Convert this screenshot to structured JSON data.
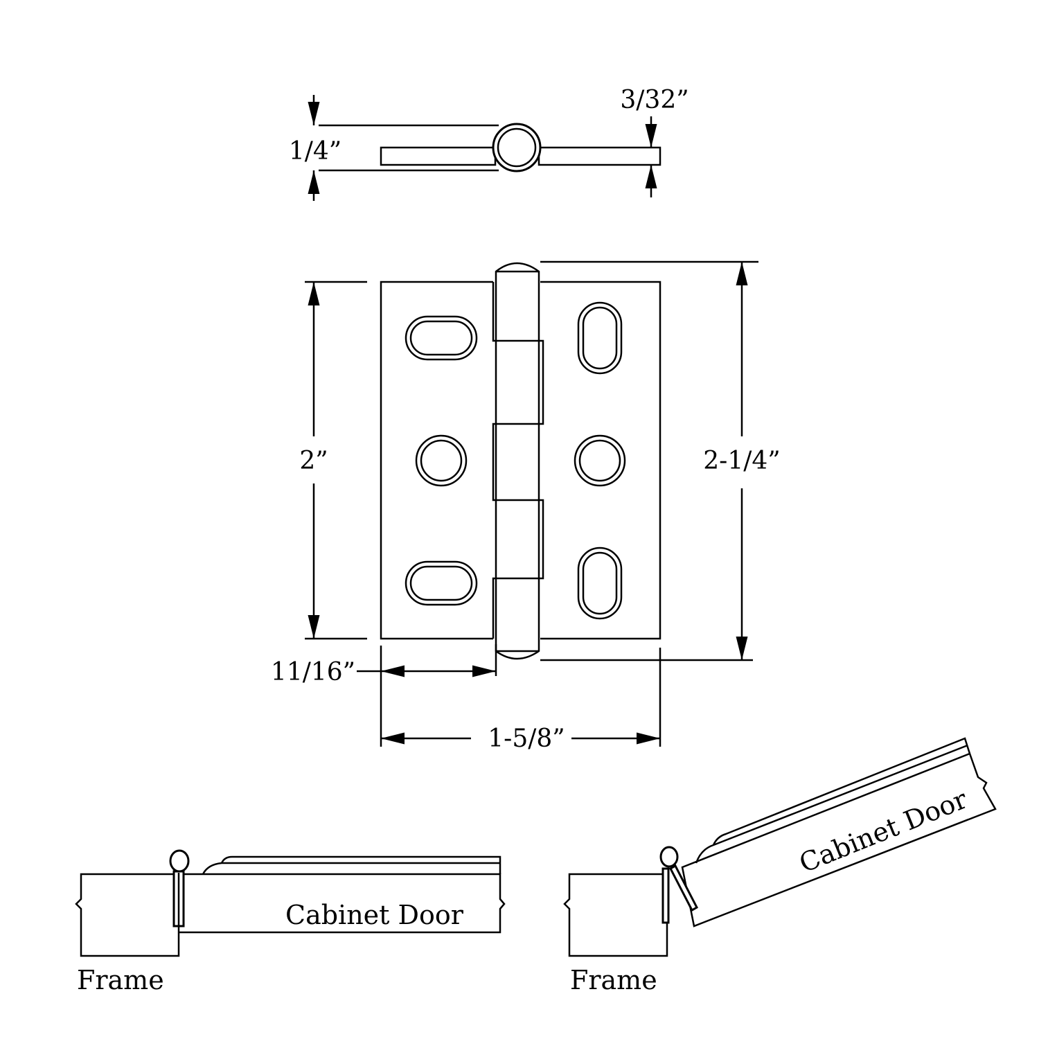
{
  "top_view": {
    "thickness_label": "1/4”",
    "leaf_thickness_label": "3/32”"
  },
  "front_view": {
    "height_label": "2”",
    "overall_height_label": "2-1/4”",
    "leaf_width_label": "11/16”",
    "overall_width_label": "1-5/8”"
  },
  "closed_view": {
    "door_label": "Cabinet Door",
    "frame_label": "Frame"
  },
  "open_view": {
    "door_label": "Cabinet Door",
    "frame_label": "Frame"
  },
  "colors": {
    "line": "#000000",
    "background": "#ffffff"
  }
}
